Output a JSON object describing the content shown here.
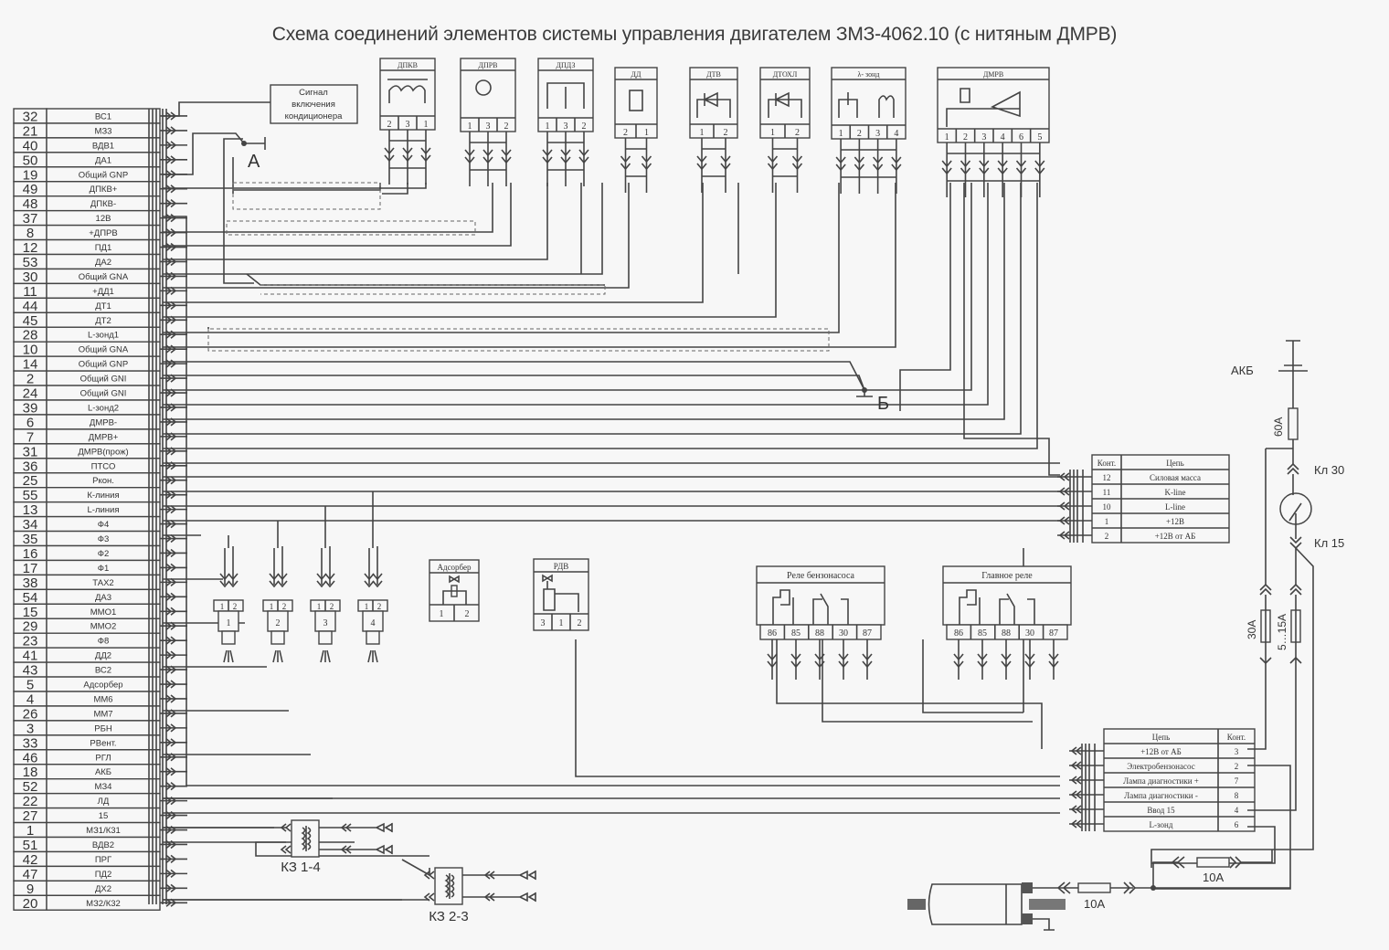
{
  "title": "Схема соединений элементов системы управления двигателем ЗМЗ-4062.10 (с нитяным ДМРВ)",
  "ecu_pins": [
    {
      "pin": "32",
      "name": "ВС1"
    },
    {
      "pin": "21",
      "name": "МЗ3"
    },
    {
      "pin": "40",
      "name": "ВДВ1"
    },
    {
      "pin": "50",
      "name": "ДА1"
    },
    {
      "pin": "19",
      "name": "Общий GNP"
    },
    {
      "pin": "49",
      "name": "ДПКВ+"
    },
    {
      "pin": "48",
      "name": "ДПКВ-"
    },
    {
      "pin": "37",
      "name": "12В"
    },
    {
      "pin": "8",
      "name": "+ДПРВ"
    },
    {
      "pin": "12",
      "name": "ПД1"
    },
    {
      "pin": "53",
      "name": "ДА2"
    },
    {
      "pin": "30",
      "name": "Общий GNA"
    },
    {
      "pin": "11",
      "name": "+ДД1"
    },
    {
      "pin": "44",
      "name": "ДТ1"
    },
    {
      "pin": "45",
      "name": "ДТ2"
    },
    {
      "pin": "28",
      "name": "L-зонд1"
    },
    {
      "pin": "10",
      "name": "Общий GNA"
    },
    {
      "pin": "14",
      "name": "Общий GNP"
    },
    {
      "pin": "2",
      "name": "Общий GNI"
    },
    {
      "pin": "24",
      "name": "Общий GNI"
    },
    {
      "pin": "39",
      "name": "L-зонд2"
    },
    {
      "pin": "6",
      "name": "ДМРВ-"
    },
    {
      "pin": "7",
      "name": "ДМРВ+"
    },
    {
      "pin": "31",
      "name": "ДМРВ(прож)"
    },
    {
      "pin": "36",
      "name": "ПТСО"
    },
    {
      "pin": "25",
      "name": "Ркон."
    },
    {
      "pin": "55",
      "name": "К-линия"
    },
    {
      "pin": "13",
      "name": "L-линия"
    },
    {
      "pin": "34",
      "name": "Ф4"
    },
    {
      "pin": "35",
      "name": "Ф3"
    },
    {
      "pin": "16",
      "name": "Ф2"
    },
    {
      "pin": "17",
      "name": "Ф1"
    },
    {
      "pin": "38",
      "name": "ТАХ2"
    },
    {
      "pin": "54",
      "name": "ДА3"
    },
    {
      "pin": "15",
      "name": "ММО1"
    },
    {
      "pin": "29",
      "name": "ММО2"
    },
    {
      "pin": "23",
      "name": "Ф8"
    },
    {
      "pin": "41",
      "name": "ДД2"
    },
    {
      "pin": "43",
      "name": "ВС2"
    },
    {
      "pin": "5",
      "name": "Адсорбер"
    },
    {
      "pin": "4",
      "name": "ММ6"
    },
    {
      "pin": "26",
      "name": "ММ7"
    },
    {
      "pin": "3",
      "name": "РБН"
    },
    {
      "pin": "33",
      "name": "РВент."
    },
    {
      "pin": "46",
      "name": "РГЛ"
    },
    {
      "pin": "18",
      "name": "АКБ"
    },
    {
      "pin": "52",
      "name": "МЗ4"
    },
    {
      "pin": "22",
      "name": "ЛД"
    },
    {
      "pin": "27",
      "name": "15"
    },
    {
      "pin": "1",
      "name": "МЗ1/К31"
    },
    {
      "pin": "51",
      "name": "ВДВ2"
    },
    {
      "pin": "42",
      "name": "ПРГ"
    },
    {
      "pin": "47",
      "name": "ПД2"
    },
    {
      "pin": "9",
      "name": "ДХ2"
    },
    {
      "pin": "20",
      "name": "МЗ2/К32"
    }
  ],
  "ac_signal": {
    "lines": [
      "Сигнал",
      "включения",
      "кондиционера"
    ]
  },
  "sensors": [
    {
      "id": "dpkv",
      "label": "ДПКВ",
      "pins": [
        "2",
        "3",
        "1"
      ]
    },
    {
      "id": "dprv",
      "label": "ДПРВ",
      "pins": [
        "1",
        "3",
        "2"
      ]
    },
    {
      "id": "dpdz",
      "label": "ДПДЗ",
      "pins": [
        "1",
        "3",
        "2"
      ]
    },
    {
      "id": "dd",
      "label": "ДД",
      "pins": [
        "2",
        "1"
      ]
    },
    {
      "id": "dtv",
      "label": "ДТВ",
      "pins": [
        "1",
        "2"
      ]
    },
    {
      "id": "dtohl",
      "label": "ДТОХЛ",
      "pins": [
        "1",
        "2"
      ]
    },
    {
      "id": "lambda",
      "label": "λ- зонд",
      "pins": [
        "1",
        "2",
        "3",
        "4"
      ]
    },
    {
      "id": "dmrv",
      "label": "ДМРВ",
      "pins": [
        "1",
        "2",
        "3",
        "4",
        "6",
        "5"
      ]
    }
  ],
  "ground_points": {
    "a": "А",
    "b": "Б"
  },
  "injectors": [
    {
      "num": "1",
      "pins": [
        "1",
        "2"
      ]
    },
    {
      "num": "2",
      "pins": [
        "1",
        "2"
      ]
    },
    {
      "num": "3",
      "pins": [
        "1",
        "2"
      ]
    },
    {
      "num": "4",
      "pins": [
        "1",
        "2"
      ]
    }
  ],
  "adsorber": {
    "label": "Адсорбер",
    "pins": [
      "1",
      "2"
    ]
  },
  "rdv": {
    "label": "РДВ",
    "pins": [
      "3",
      "1",
      "2"
    ]
  },
  "relays": [
    {
      "label": "Реле бензонасоса",
      "pins": [
        "86",
        "85",
        "88",
        "30",
        "87"
      ]
    },
    {
      "label": "Главное реле",
      "pins": [
        "86",
        "85",
        "88",
        "30",
        "87"
      ]
    }
  ],
  "diag_connector": {
    "headers": [
      "Конт.",
      "Цепь"
    ],
    "rows": [
      [
        "12",
        "Силовая масса"
      ],
      [
        "11",
        "K-line"
      ],
      [
        "10",
        "L-line"
      ],
      [
        "1",
        "+12В"
      ],
      [
        "2",
        "+12В от АБ"
      ]
    ]
  },
  "harness_connector": {
    "headers": [
      "Цепь",
      "Конт."
    ],
    "rows": [
      [
        "+12В от АБ",
        "3"
      ],
      [
        "Электробензонасос",
        "2"
      ],
      [
        "Лампа диагностики +",
        "7"
      ],
      [
        "Лампа диагностики -",
        "8"
      ],
      [
        "Ввод 15",
        "4"
      ],
      [
        "L-зонд",
        "6"
      ]
    ]
  },
  "power": {
    "battery": "АКБ",
    "fuse_main": "60А",
    "kl30": "Кл 30",
    "kl15": "Кл 15",
    "fuse_30": "30А",
    "fuse_5_15": "5…15А",
    "fuse_pump1": "10А",
    "fuse_pump2": "10А"
  },
  "ignition_coils": [
    {
      "label": "КЗ 1-4"
    },
    {
      "label": "КЗ 2-3"
    }
  ]
}
